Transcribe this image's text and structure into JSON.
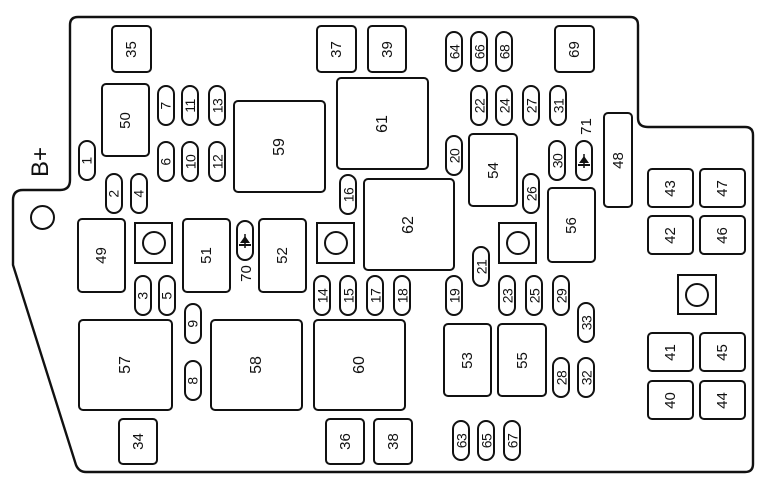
{
  "title_label": "B+",
  "components": [
    "35",
    "37",
    "39",
    "64",
    "66",
    "68",
    "69",
    "50",
    "7",
    "11",
    "13",
    "6",
    "10",
    "12",
    "59",
    "61",
    "1",
    "2",
    "4",
    "16",
    "22",
    "24",
    "27",
    "31",
    "20",
    "54",
    "30",
    "26",
    "48",
    "43",
    "47",
    "42",
    "46",
    "56",
    "62",
    "49",
    "51",
    "52",
    "3",
    "5",
    "9",
    "57",
    "8",
    "58",
    "60",
    "14",
    "15",
    "17",
    "18",
    "34",
    "36",
    "38",
    "21",
    "19",
    "23",
    "25",
    "29",
    "33",
    "53",
    "55",
    "28",
    "32",
    "63",
    "65",
    "67",
    "41",
    "45",
    "40",
    "44"
  ],
  "diodes": [
    {
      "label": "70"
    },
    {
      "label": "71"
    }
  ]
}
